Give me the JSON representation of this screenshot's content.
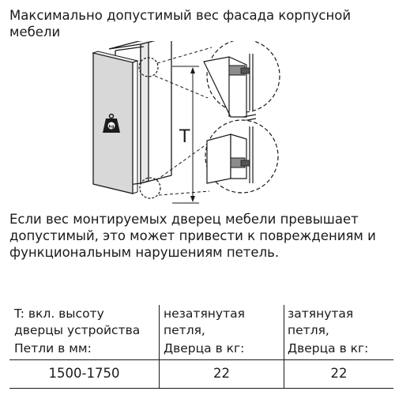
{
  "title": "Максимально допустимый вес фасада корпусной мебели",
  "diagram": {
    "dimension_label": "T",
    "weight_icon_label": "kg"
  },
  "warning_text": "Если вес монтируемых дверец мебели превышает допустимый, это может привести к повреждениям и функциональным нарушениям петель.",
  "table": {
    "headers": [
      [
        "T: вкл. высоту",
        "дверцы устройства",
        "Петли в мм:"
      ],
      [
        "незатянутая",
        "петля,",
        "Дверца в кг:"
      ],
      [
        "затянутая",
        "петля,",
        "Дверца в кг:"
      ]
    ],
    "rows": [
      [
        "1500-1750",
        "22",
        "22"
      ]
    ]
  }
}
